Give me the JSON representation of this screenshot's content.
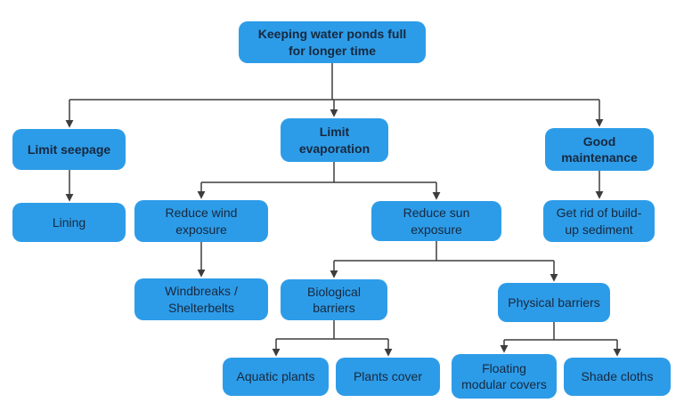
{
  "diagram": {
    "type": "flowchart",
    "title": "Keeping water ponds full for longer time"
  },
  "nodes": {
    "root": {
      "label": "Keeping water ponds full\nfor longer time",
      "emphasis": "bold"
    },
    "limit_seepage": {
      "label": "Limit seepage",
      "emphasis": "bold"
    },
    "limit_evaporation": {
      "label": "Limit\nevaporation",
      "emphasis": "bold"
    },
    "good_maintenance": {
      "label": "Good\nmaintenance",
      "emphasis": "bold"
    },
    "lining": {
      "label": "Lining"
    },
    "reduce_wind_exposure": {
      "label": "Reduce wind\nexposure"
    },
    "reduce_sun_exposure": {
      "label": "Reduce sun\nexposure"
    },
    "remove_sediment": {
      "label": "Get rid of build-\nup sediment"
    },
    "windbreaks_shelterbelts": {
      "label": "Windbreaks /\nShelterbelts"
    },
    "biological_barriers": {
      "label": "Biological\nbarriers"
    },
    "physical_barriers": {
      "label": "Physical barriers"
    },
    "aquatic_plants": {
      "label": "Aquatic plants"
    },
    "plants_cover": {
      "label": "Plants cover"
    },
    "floating_modular_covers": {
      "label": "Floating\nmodular covers"
    },
    "shade_cloths": {
      "label": "Shade cloths"
    }
  },
  "hierarchy": [
    {
      "parent": "root",
      "children": [
        "limit_seepage",
        "limit_evaporation",
        "good_maintenance"
      ]
    },
    {
      "parent": "limit_seepage",
      "children": [
        "lining"
      ]
    },
    {
      "parent": "limit_evaporation",
      "children": [
        "reduce_wind_exposure",
        "reduce_sun_exposure"
      ]
    },
    {
      "parent": "good_maintenance",
      "children": [
        "remove_sediment"
      ]
    },
    {
      "parent": "reduce_wind_exposure",
      "children": [
        "windbreaks_shelterbelts"
      ]
    },
    {
      "parent": "reduce_sun_exposure",
      "children": [
        "biological_barriers",
        "physical_barriers"
      ]
    },
    {
      "parent": "biological_barriers",
      "children": [
        "aquatic_plants",
        "plants_cover"
      ]
    },
    {
      "parent": "physical_barriers",
      "children": [
        "floating_modular_covers",
        "shade_cloths"
      ]
    }
  ],
  "colors": {
    "node_fill": "#2D9CE8",
    "node_text": "#17283E",
    "connector": "#3D3D3D",
    "bg": "#FFFFFF"
  }
}
